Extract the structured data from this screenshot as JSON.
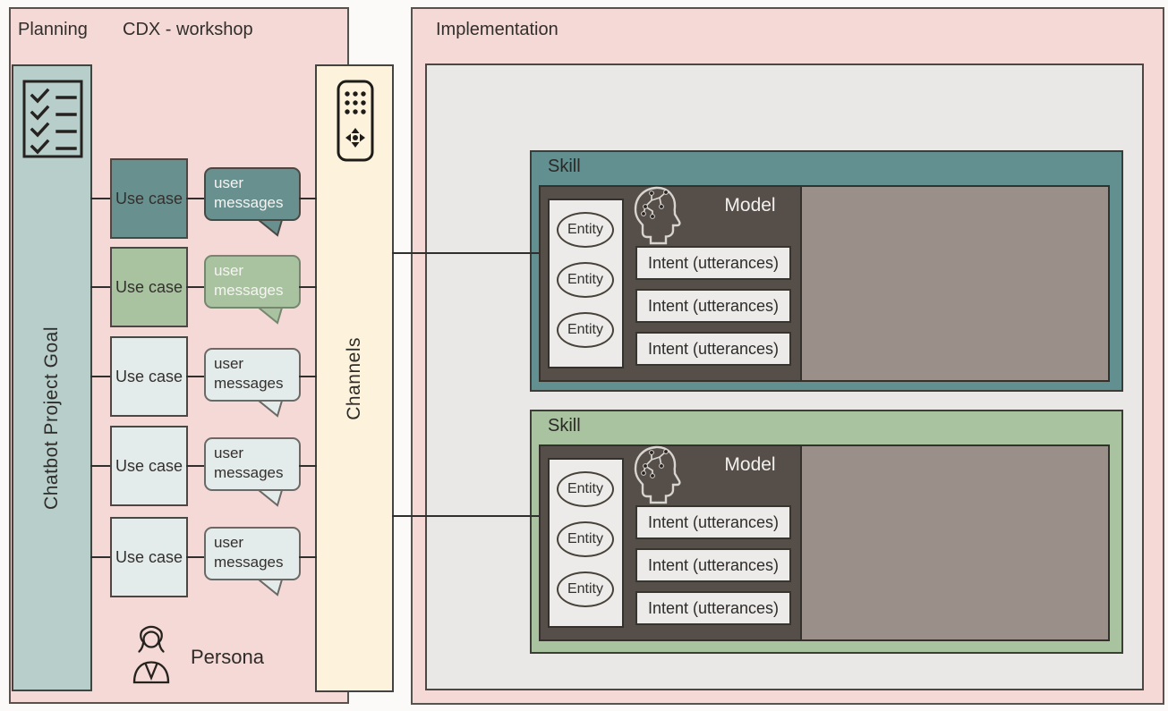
{
  "diagram": {
    "planning": {
      "title": "Planning",
      "subtitle": "CDX - workshop",
      "goal_label": "Chatbot Project Goal",
      "channels_label": "Channels",
      "persona_label": "Persona",
      "use_cases": [
        {
          "label": "Use case",
          "message": "user messages",
          "variant": "teal"
        },
        {
          "label": "Use case",
          "message": "user messages",
          "variant": "green"
        },
        {
          "label": "Use case",
          "message": "user messages",
          "variant": "light"
        },
        {
          "label": "Use case",
          "message": "user messages",
          "variant": "light"
        },
        {
          "label": "Use case",
          "message": "user messages",
          "variant": "light"
        }
      ]
    },
    "implementation": {
      "title": "Implementation",
      "skills": [
        {
          "label": "Skill",
          "variant": "teal",
          "model_label": "Model",
          "entities": [
            "Entity",
            "Entity",
            "Entity"
          ],
          "intents": [
            "Intent (utterances)",
            "Intent (utterances)",
            "Intent (utterances)"
          ]
        },
        {
          "label": "Skill",
          "variant": "green",
          "model_label": "Model",
          "entities": [
            "Entity",
            "Entity",
            "Entity"
          ],
          "intents": [
            "Intent (utterances)",
            "Intent (utterances)",
            "Intent (utterances)"
          ]
        }
      ]
    },
    "icons": {
      "checklist": "checklist-icon",
      "channels": "keypad-dpad-icon",
      "persona": "woman-persona-icon",
      "model": "ai-head-circuit-icon"
    },
    "colors": {
      "panel_pink": "#f5d9d6",
      "goal_column_teal": "#b8cecb",
      "usecase_teal": "#68908f",
      "usecase_green": "#a9c3a0",
      "usecase_light": "#e4ebeb",
      "channels_cream": "#fdf2dc",
      "implementation_gray": "#e9e8e6",
      "skill_teal": "#628f8f",
      "skill_green": "#a9c3a0",
      "model_brown": "#564e48",
      "model_side_taupe": "#9a9089",
      "light_box": "#edebe9",
      "connector_line": "#2f2f2d"
    }
  }
}
